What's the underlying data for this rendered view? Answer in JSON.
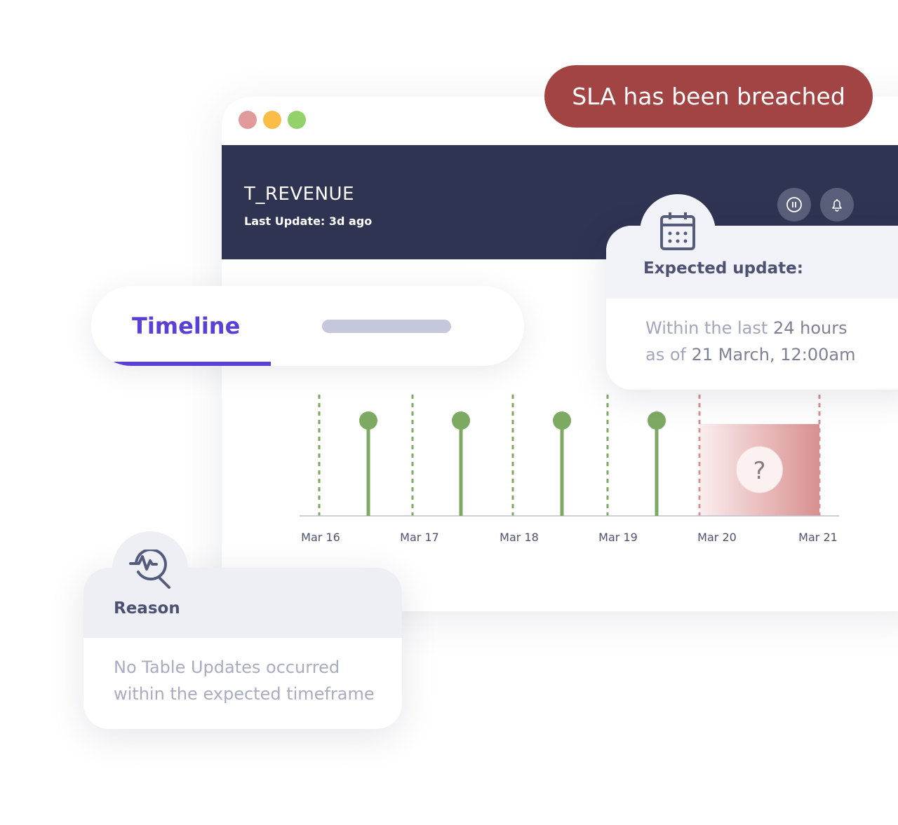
{
  "window": {
    "traffic_lights": [
      "#e09a9a",
      "#fbbd47",
      "#93d16b"
    ]
  },
  "header": {
    "title": "T_REVENUE",
    "last_update": "Last Update: 3d ago",
    "buttons": [
      {
        "icon": "pause-icon"
      },
      {
        "icon": "bell-icon"
      }
    ]
  },
  "alert": {
    "text": "SLA has been breached",
    "color": "#a34444"
  },
  "tabs": {
    "active": "Timeline",
    "accent": "#5b3fd6"
  },
  "expected": {
    "icon": "calendar-icon",
    "title": "Expected update:",
    "line1_a": "Within the last ",
    "line1_b": "24 hours",
    "line2_a": "as of ",
    "line2_b": "21 March, 12:00am"
  },
  "reason": {
    "icon": "search-pulse-icon",
    "title": "Reason",
    "line1": "No Table Updates occurred",
    "line2": "within the expected timeframe"
  },
  "timeline": {
    "ticks": [
      "Mar 16",
      "Mar 17",
      "Mar 18",
      "Mar 19",
      "Mar 20",
      "Mar 21"
    ],
    "updates": [
      "Mar 16",
      "Mar 17",
      "Mar 18",
      "Mar 19"
    ],
    "missing_window": {
      "from": "Mar 20",
      "to": "Mar 21",
      "marker": "?"
    },
    "colors": {
      "update": "#7daa62",
      "missing": "#d98f8f"
    }
  }
}
